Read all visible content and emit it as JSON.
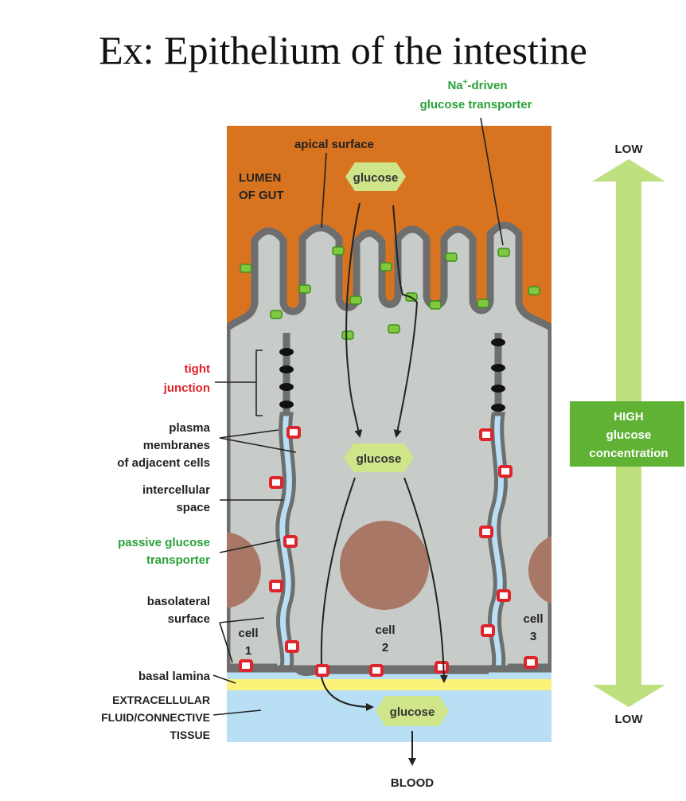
{
  "title": "Ex:  Epithelium of the intestine",
  "labels": {
    "na_driven_1": "Na",
    "na_driven_sup": "+",
    "na_driven_2": "-driven",
    "na_driven_3": "glucose transporter",
    "apical_surface": "apical surface",
    "lumen_1": "LUMEN",
    "lumen_2": "OF GUT",
    "glucose_top": "glucose",
    "glucose_mid": "glucose",
    "glucose_bottom": "glucose",
    "tight_1": "tight",
    "tight_2": "junction",
    "plasma_1": "plasma",
    "plasma_2": "membranes",
    "plasma_3": "of adjacent cells",
    "intercellular_1": "intercellular",
    "intercellular_2": "space",
    "passive_1": "passive glucose",
    "passive_2": "transporter",
    "basolateral_1": "basolateral",
    "basolateral_2": "surface",
    "basal_lamina": "basal lamina",
    "ecf_1": "EXTRACELLULAR",
    "ecf_2": "FLUID/CONNECTIVE",
    "ecf_3": "TISSUE",
    "cell1_a": "cell",
    "cell1_b": "1",
    "cell2_a": "cell",
    "cell2_b": "2",
    "cell3_a": "cell",
    "cell3_b": "3",
    "blood": "BLOOD"
  },
  "gradient": {
    "low_top": "LOW",
    "low_bottom": "LOW",
    "high_1": "HIGH",
    "high_2": "glucose",
    "high_3": "concentration"
  },
  "colors": {
    "lumen": "#d8741f",
    "cytoplasm": "#c8ccc8",
    "membrane": "#6e6e6e",
    "intercellular": "#b9dff5",
    "basal_lamina": "#fbf27a",
    "ecf": "#b9dff5",
    "nucleus": "#a87766",
    "glucose_hex": "#cfe58a",
    "gradient_arrow": "#bfe07f",
    "gradient_box": "#5fb233",
    "label_green": "#2aa13a",
    "label_red": "#e0242c"
  }
}
